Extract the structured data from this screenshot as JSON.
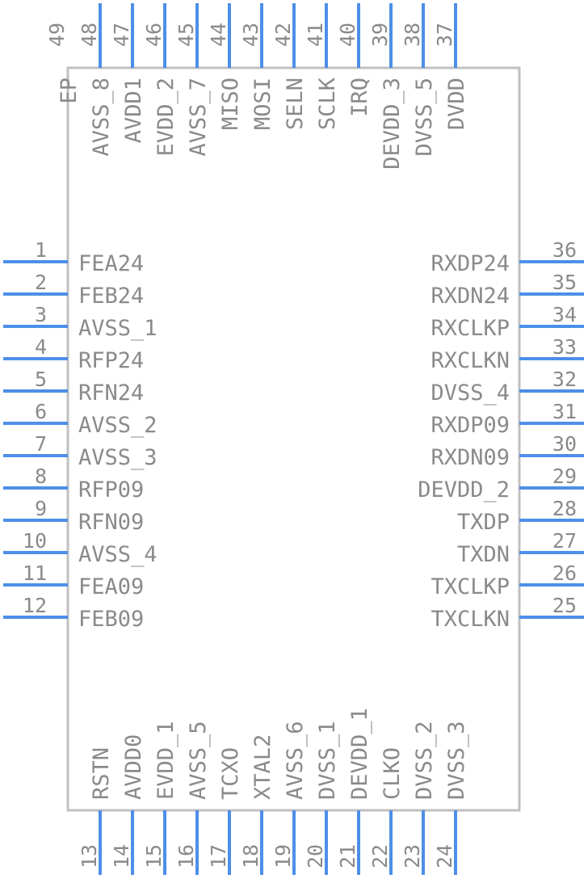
{
  "component": {
    "colors": {
      "pin_line": "#4d8fe8",
      "body_outline": "#c0c0c0",
      "label_text": "#8a8a8a",
      "background": "#ffffff"
    },
    "left_pins": [
      {
        "number": "1",
        "label": "FEA24"
      },
      {
        "number": "2",
        "label": "FEB24"
      },
      {
        "number": "3",
        "label": "AVSS_1"
      },
      {
        "number": "4",
        "label": "RFP24"
      },
      {
        "number": "5",
        "label": "RFN24"
      },
      {
        "number": "6",
        "label": "AVSS_2"
      },
      {
        "number": "7",
        "label": "AVSS_3"
      },
      {
        "number": "8",
        "label": "RFP09"
      },
      {
        "number": "9",
        "label": "RFN09"
      },
      {
        "number": "10",
        "label": "AVSS_4"
      },
      {
        "number": "11",
        "label": "FEA09"
      },
      {
        "number": "12",
        "label": "FEB09"
      }
    ],
    "right_pins": [
      {
        "number": "36",
        "label": "RXDP24"
      },
      {
        "number": "35",
        "label": "RXDN24"
      },
      {
        "number": "34",
        "label": "RXCLKP"
      },
      {
        "number": "33",
        "label": "RXCLKN"
      },
      {
        "number": "32",
        "label": "DVSS_4"
      },
      {
        "number": "31",
        "label": "RXDP09"
      },
      {
        "number": "30",
        "label": "RXDN09"
      },
      {
        "number": "29",
        "label": "DEVDD_2"
      },
      {
        "number": "28",
        "label": "TXDP"
      },
      {
        "number": "27",
        "label": "TXDN"
      },
      {
        "number": "26",
        "label": "TXCLKP"
      },
      {
        "number": "25",
        "label": "TXCLKN"
      }
    ],
    "bottom_pins": [
      {
        "number": "13",
        "label": "RSTN"
      },
      {
        "number": "14",
        "label": "AVDD0"
      },
      {
        "number": "15",
        "label": "EVDD_1"
      },
      {
        "number": "16",
        "label": "AVSS_5"
      },
      {
        "number": "17",
        "label": "TCXO"
      },
      {
        "number": "18",
        "label": "XTAL2"
      },
      {
        "number": "19",
        "label": "AVSS_6"
      },
      {
        "number": "20",
        "label": "DVSS_1"
      },
      {
        "number": "21",
        "label": "DEVDD_1"
      },
      {
        "number": "22",
        "label": "CLKO"
      },
      {
        "number": "23",
        "label": "DVSS_2"
      },
      {
        "number": "24",
        "label": "DVSS_3"
      }
    ],
    "top_pins": [
      {
        "number": "49",
        "label": "EP"
      },
      {
        "number": "48",
        "label": "AVSS_8"
      },
      {
        "number": "47",
        "label": "AVDD1"
      },
      {
        "number": "46",
        "label": "EVDD_2"
      },
      {
        "number": "45",
        "label": "AVSS_7"
      },
      {
        "number": "44",
        "label": "MISO"
      },
      {
        "number": "43",
        "label": "MOSI"
      },
      {
        "number": "42",
        "label": "SELN"
      },
      {
        "number": "41",
        "label": "SCLK"
      },
      {
        "number": "40",
        "label": "IRQ"
      },
      {
        "number": "39",
        "label": "DEVDD_3"
      },
      {
        "number": "38",
        "label": "DVSS_5"
      },
      {
        "number": "37",
        "label": "DVDD"
      }
    ]
  }
}
